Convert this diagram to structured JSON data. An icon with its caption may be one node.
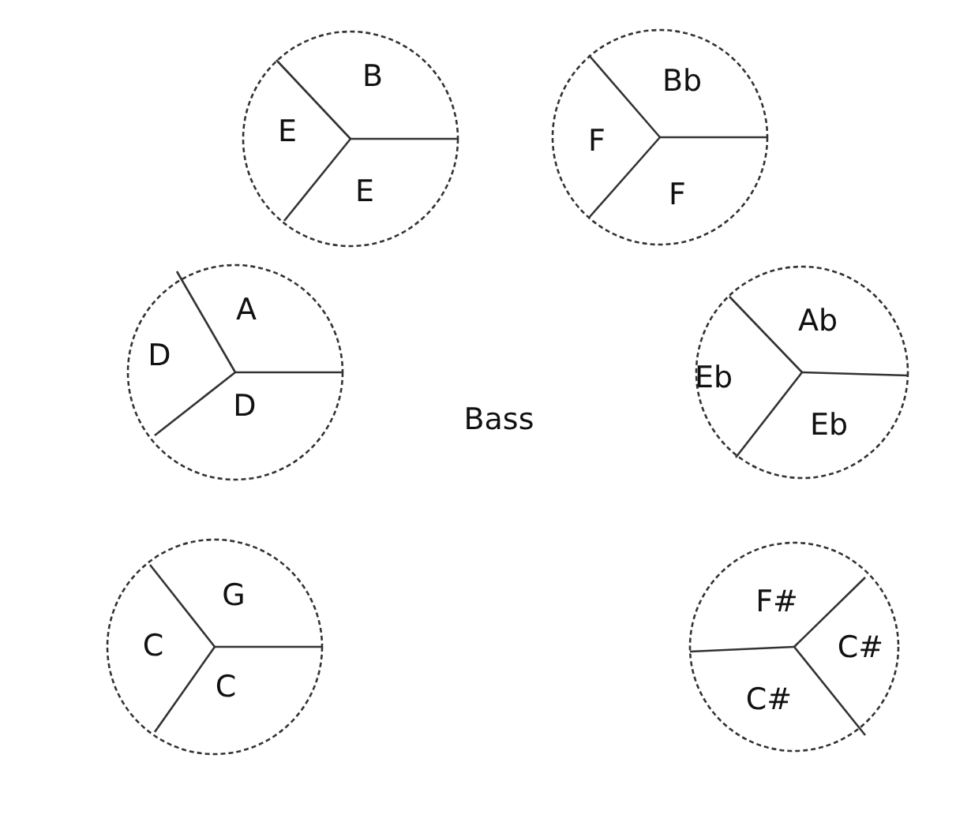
{
  "diagram": {
    "nodes": [
      {
        "text": [
          "B",
          "E",
          "E"
        ]
      },
      {
        "text": [
          "Bb",
          "F",
          "F"
        ]
      },
      {
        "text": [
          "A",
          "D",
          "D"
        ]
      },
      {
        "text": [
          "Ab",
          "Eb",
          "Eb"
        ]
      },
      {
        "text": [
          "G",
          "C",
          "C"
        ]
      },
      {
        "text": [
          "F#",
          "C#",
          "C#"
        ]
      }
    ],
    "labels": [
      "Bass"
    ]
  }
}
